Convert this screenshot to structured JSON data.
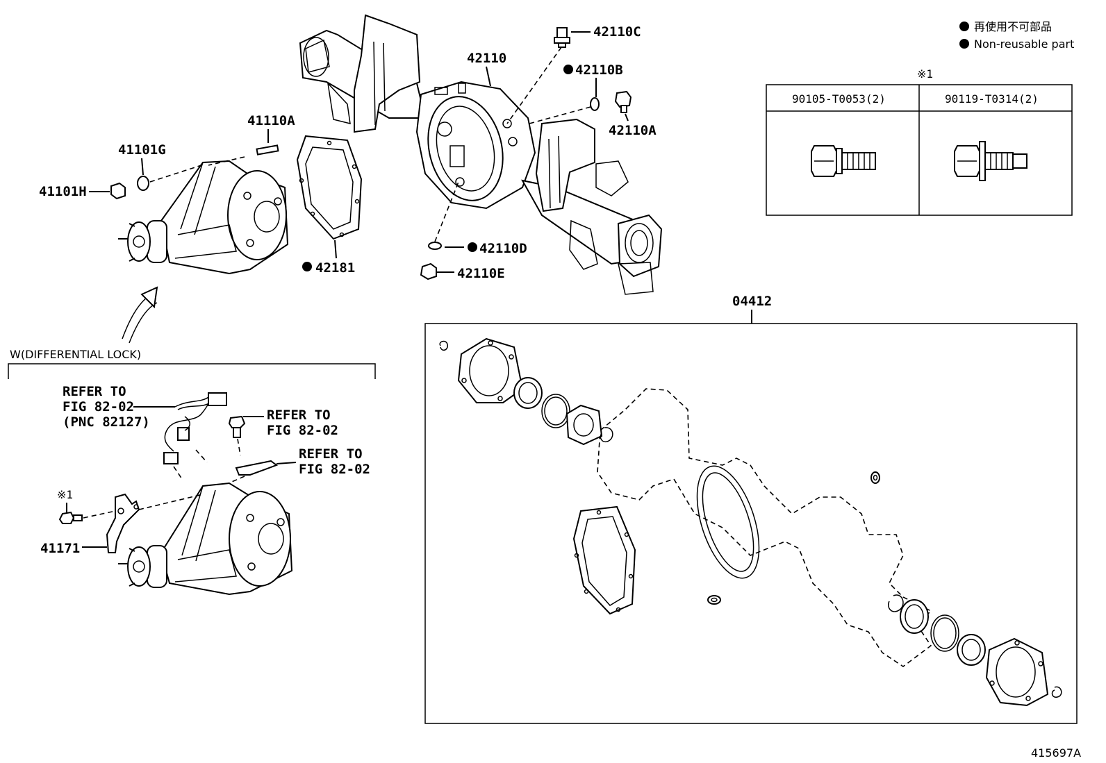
{
  "legend": {
    "marker_color": "#000000",
    "jp": "再使用不可部品",
    "en": "Non-reusable part"
  },
  "note_table": {
    "ref_mark": "※1",
    "col1": "90105-T0053(2)",
    "col2": "90119-T0314(2)"
  },
  "labels": {
    "p42110C": "42110C",
    "p42110": "42110",
    "p42110B": "42110B",
    "p42110A": "42110A",
    "p41110A": "41110A",
    "p41101G": "41101G",
    "p41101H": "41101H",
    "p42181": "42181",
    "p42110D": "42110D",
    "p42110E": "42110E",
    "p04412": "04412",
    "p41171": "41171",
    "ref_mark2": "※1"
  },
  "diff_lock": {
    "title": "W(DIFFERENTIAL LOCK)",
    "refer1_a": "REFER TO",
    "refer1_b": "FIG 82-02",
    "refer1_c": "(PNC 82127)",
    "refer2_a": "REFER TO",
    "refer2_b": "FIG 82-02",
    "refer3_a": "REFER TO",
    "refer3_b": "FIG 82-02"
  },
  "figure_id": "415697A"
}
